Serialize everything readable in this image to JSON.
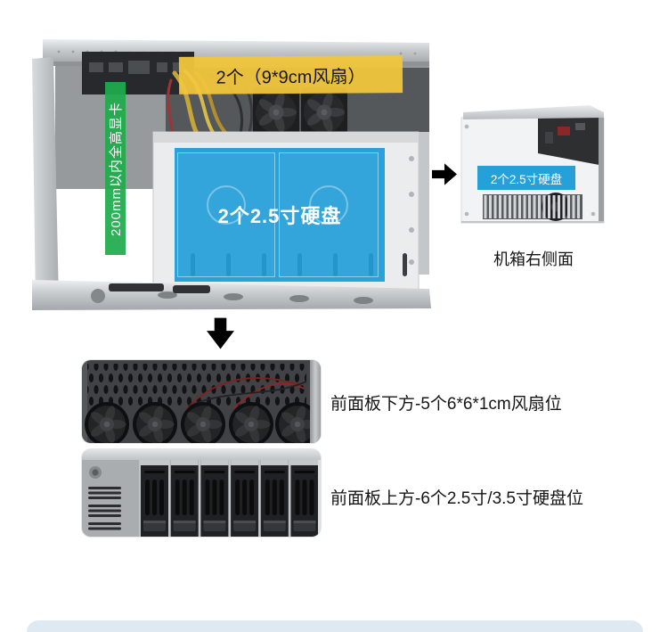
{
  "main_view": {
    "gpu_label": "200mm以内全高显卡",
    "fan_label": "2个（9*9cm风扇）",
    "hdd_label": "2个2.5寸硬盘"
  },
  "side_view": {
    "hdd_label": "2个2.5寸硬盘",
    "caption": "机箱右侧面"
  },
  "bottom": {
    "fan_caption": "前面板下方-5个6*6*1cm风扇位",
    "bay_caption": "前面板上方-6个2.5寸/3.5寸硬盘位"
  },
  "colors": {
    "green_label": "#1eab4c",
    "yellow_label": "#f0c63c",
    "blue_label": "#1499d6",
    "arrow": "#000000",
    "bottom_bar": "#dfe9f2"
  },
  "icons": {
    "arrow_right": "arrow-right-icon",
    "arrow_down": "arrow-down-icon"
  }
}
